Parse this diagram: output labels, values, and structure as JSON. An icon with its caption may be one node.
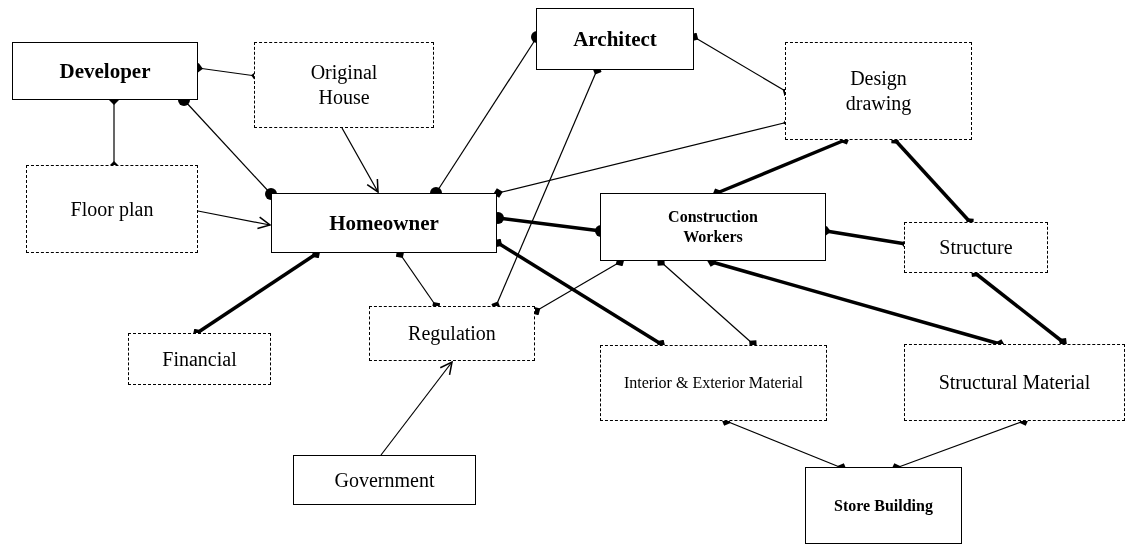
{
  "diagram": {
    "nodes": [
      {
        "text": [
          "Developer"
        ]
      },
      {
        "text": [
          "Original House"
        ]
      },
      {
        "text": [
          "Architect"
        ]
      },
      {
        "text": [
          "Design drawing"
        ]
      },
      {
        "text": [
          "Floor plan"
        ]
      },
      {
        "text": [
          "Homeowner"
        ]
      },
      {
        "text": [
          "Construction Workers"
        ]
      },
      {
        "text": [
          "Structure"
        ]
      },
      {
        "text": [
          "Financial"
        ]
      },
      {
        "text": [
          "Regulation"
        ]
      },
      {
        "text": [
          "Interior & Exterior Material"
        ]
      },
      {
        "text": [
          "Structural Material"
        ]
      },
      {
        "text": [
          "Government"
        ]
      },
      {
        "text": [
          "Store Building"
        ]
      }
    ],
    "edges": [
      {
        "from": 0,
        "to": 1,
        "arrow": "other"
      },
      {
        "from": 0,
        "to": 4,
        "arrow": "other"
      },
      {
        "from": 0,
        "to": 5,
        "arrow": "other"
      },
      {
        "from": 1,
        "to": 5,
        "arrow": "to"
      },
      {
        "from": 4,
        "to": 5,
        "arrow": "to"
      },
      {
        "from": 5,
        "to": 2,
        "arrow": "other"
      },
      {
        "from": 2,
        "to": 9,
        "arrow": "other"
      },
      {
        "from": 2,
        "to": 3,
        "arrow": "other"
      },
      {
        "from": 5,
        "to": 3,
        "arrow": "other"
      },
      {
        "from": 5,
        "to": 6,
        "arrow": "other",
        "style": "thick"
      },
      {
        "from": 5,
        "to": 10,
        "arrow": "other",
        "style": "thick"
      },
      {
        "from": 5,
        "to": 8,
        "arrow": "other",
        "style": "thick"
      },
      {
        "from": 5,
        "to": 9,
        "arrow": "other"
      },
      {
        "from": 9,
        "to": 6,
        "arrow": "other"
      },
      {
        "from": 6,
        "to": 10,
        "arrow": "other"
      },
      {
        "from": 6,
        "to": 11,
        "arrow": "other",
        "style": "thick"
      },
      {
        "from": 3,
        "to": 6,
        "arrow": "other",
        "style": "thick"
      },
      {
        "from": 3,
        "to": 7,
        "arrow": "other",
        "style": "thick"
      },
      {
        "from": 6,
        "to": 7,
        "arrow": "other",
        "style": "thick"
      },
      {
        "from": 7,
        "to": 11,
        "arrow": "other",
        "style": "thick"
      },
      {
        "from": 10,
        "to": 13,
        "arrow": "other"
      },
      {
        "from": 11,
        "to": 13,
        "arrow": "other"
      },
      {
        "from": 12,
        "to": 9,
        "arrow": "to"
      }
    ]
  }
}
